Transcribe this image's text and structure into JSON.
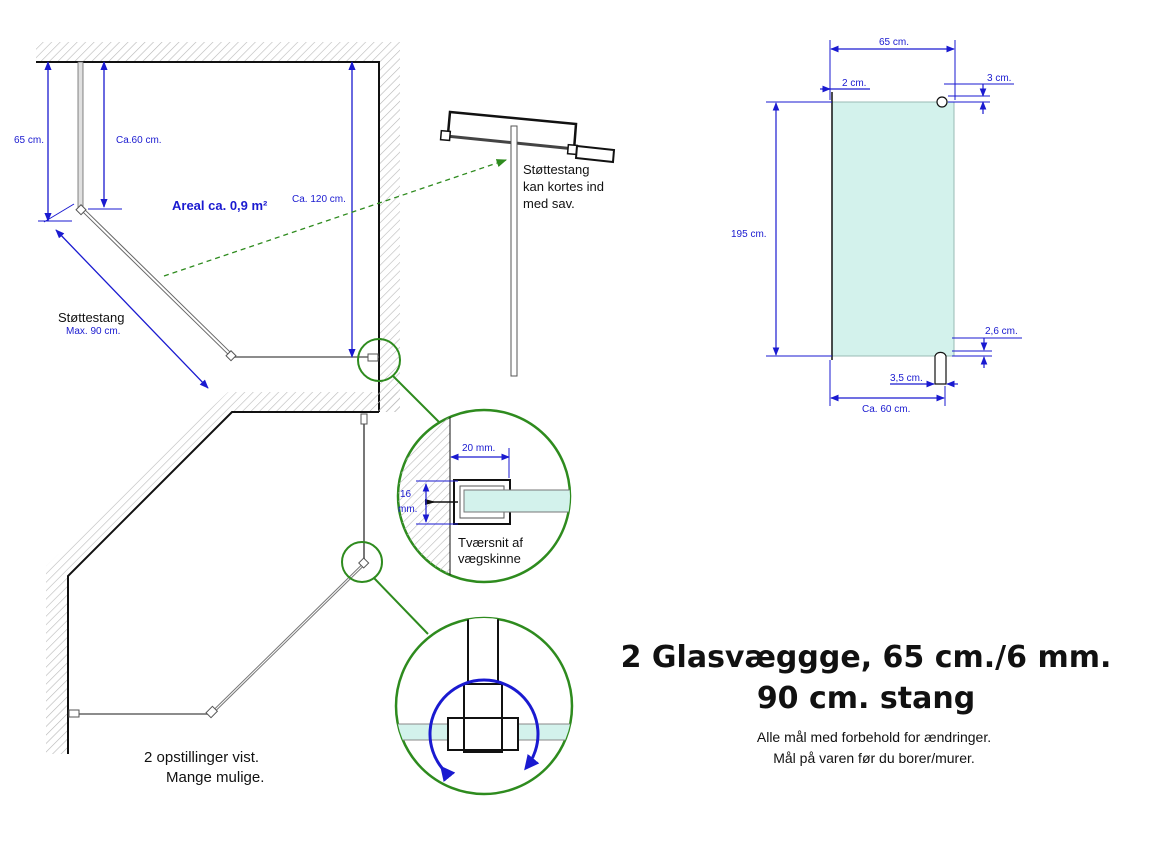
{
  "title": {
    "line1": "2 Glasvæggge, 65 cm./6 mm.",
    "line2": "90 cm. stang"
  },
  "subtitle": {
    "line1": "Alle mål med forbehold for ændringer.",
    "line2": "Mål på varen før du borer/murer."
  },
  "left_plan": {
    "dim_65": "65 cm.",
    "dim_60": "Ca.60 cm.",
    "dim_120": "Ca. 120 cm.",
    "area_label": "Areal ca. 0,9 m²",
    "rod_label": "Støttestang",
    "rod_max": "Max. 90 cm."
  },
  "rod_detail": {
    "line1": "Støttestang",
    "line2": "kan kortes ind",
    "line3": "med sav."
  },
  "rail_detail": {
    "dim_width": "20 mm.",
    "dim_height_1": "16",
    "dim_height_2": "mm.",
    "caption_1": "Tværsnit af",
    "caption_2": "vægskinne"
  },
  "setups": {
    "line1": "2 opstillinger vist.",
    "line2": "Mange mulige."
  },
  "glass_panel": {
    "dim_top": "65 cm.",
    "dim_2": "2 cm.",
    "dim_3": "3 cm.",
    "dim_height": "195 cm.",
    "dim_26": "2,6 cm.",
    "dim_35": "3,5 cm.",
    "dim_60": "Ca. 60 cm."
  },
  "colors": {
    "dimension": "#1a1ad0",
    "callout": "#2e8b1e",
    "glass": "#d3f2ec",
    "wall_hatch": "#b8b8b8"
  }
}
